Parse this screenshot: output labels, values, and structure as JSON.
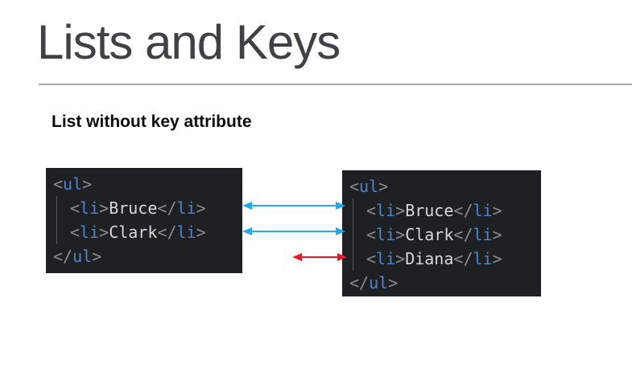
{
  "title": "Lists and Keys",
  "subtitle": "List without key attribute",
  "colors": {
    "title": "#404045",
    "rule": "#a8a5ab",
    "code-bg": "#1f2024",
    "code-tag": "#4d86c8",
    "code-punct": "#8b8b8b",
    "code-text": "#d8d8d6",
    "indent-guide": "#56575b",
    "arrow-blue": "#29a9e1",
    "arrow-red": "#e81b2d"
  },
  "code_blocks": {
    "left": {
      "line1": {
        "p1": "<",
        "tag1": "ul",
        "p2": ">"
      },
      "line2": {
        "p1": "<",
        "tag1": "li",
        "p2": ">",
        "text": "Bruce",
        "p3": "</",
        "tag2": "li",
        "p4": ">"
      },
      "line3": {
        "p1": "<",
        "tag1": "li",
        "p2": ">",
        "text": "Clark",
        "p3": "</",
        "tag2": "li",
        "p4": ">"
      },
      "line4": {
        "p1": "</",
        "tag1": "ul",
        "p2": ">"
      }
    },
    "right": {
      "line1": {
        "p1": "<",
        "tag1": "ul",
        "p2": ">"
      },
      "line2": {
        "p1": "<",
        "tag1": "li",
        "p2": ">",
        "text": "Bruce",
        "p3": "</",
        "tag2": "li",
        "p4": ">"
      },
      "line3": {
        "p1": "<",
        "tag1": "li",
        "p2": ">",
        "text": "Clark",
        "p3": "</",
        "tag2": "li",
        "p4": ">"
      },
      "line4": {
        "p1": "<",
        "tag1": "li",
        "p2": ">",
        "text": "Diana",
        "p3": "</",
        "tag2": "li",
        "p4": ">"
      },
      "line5": {
        "p1": "</",
        "tag1": "ul",
        "p2": ">"
      }
    }
  }
}
